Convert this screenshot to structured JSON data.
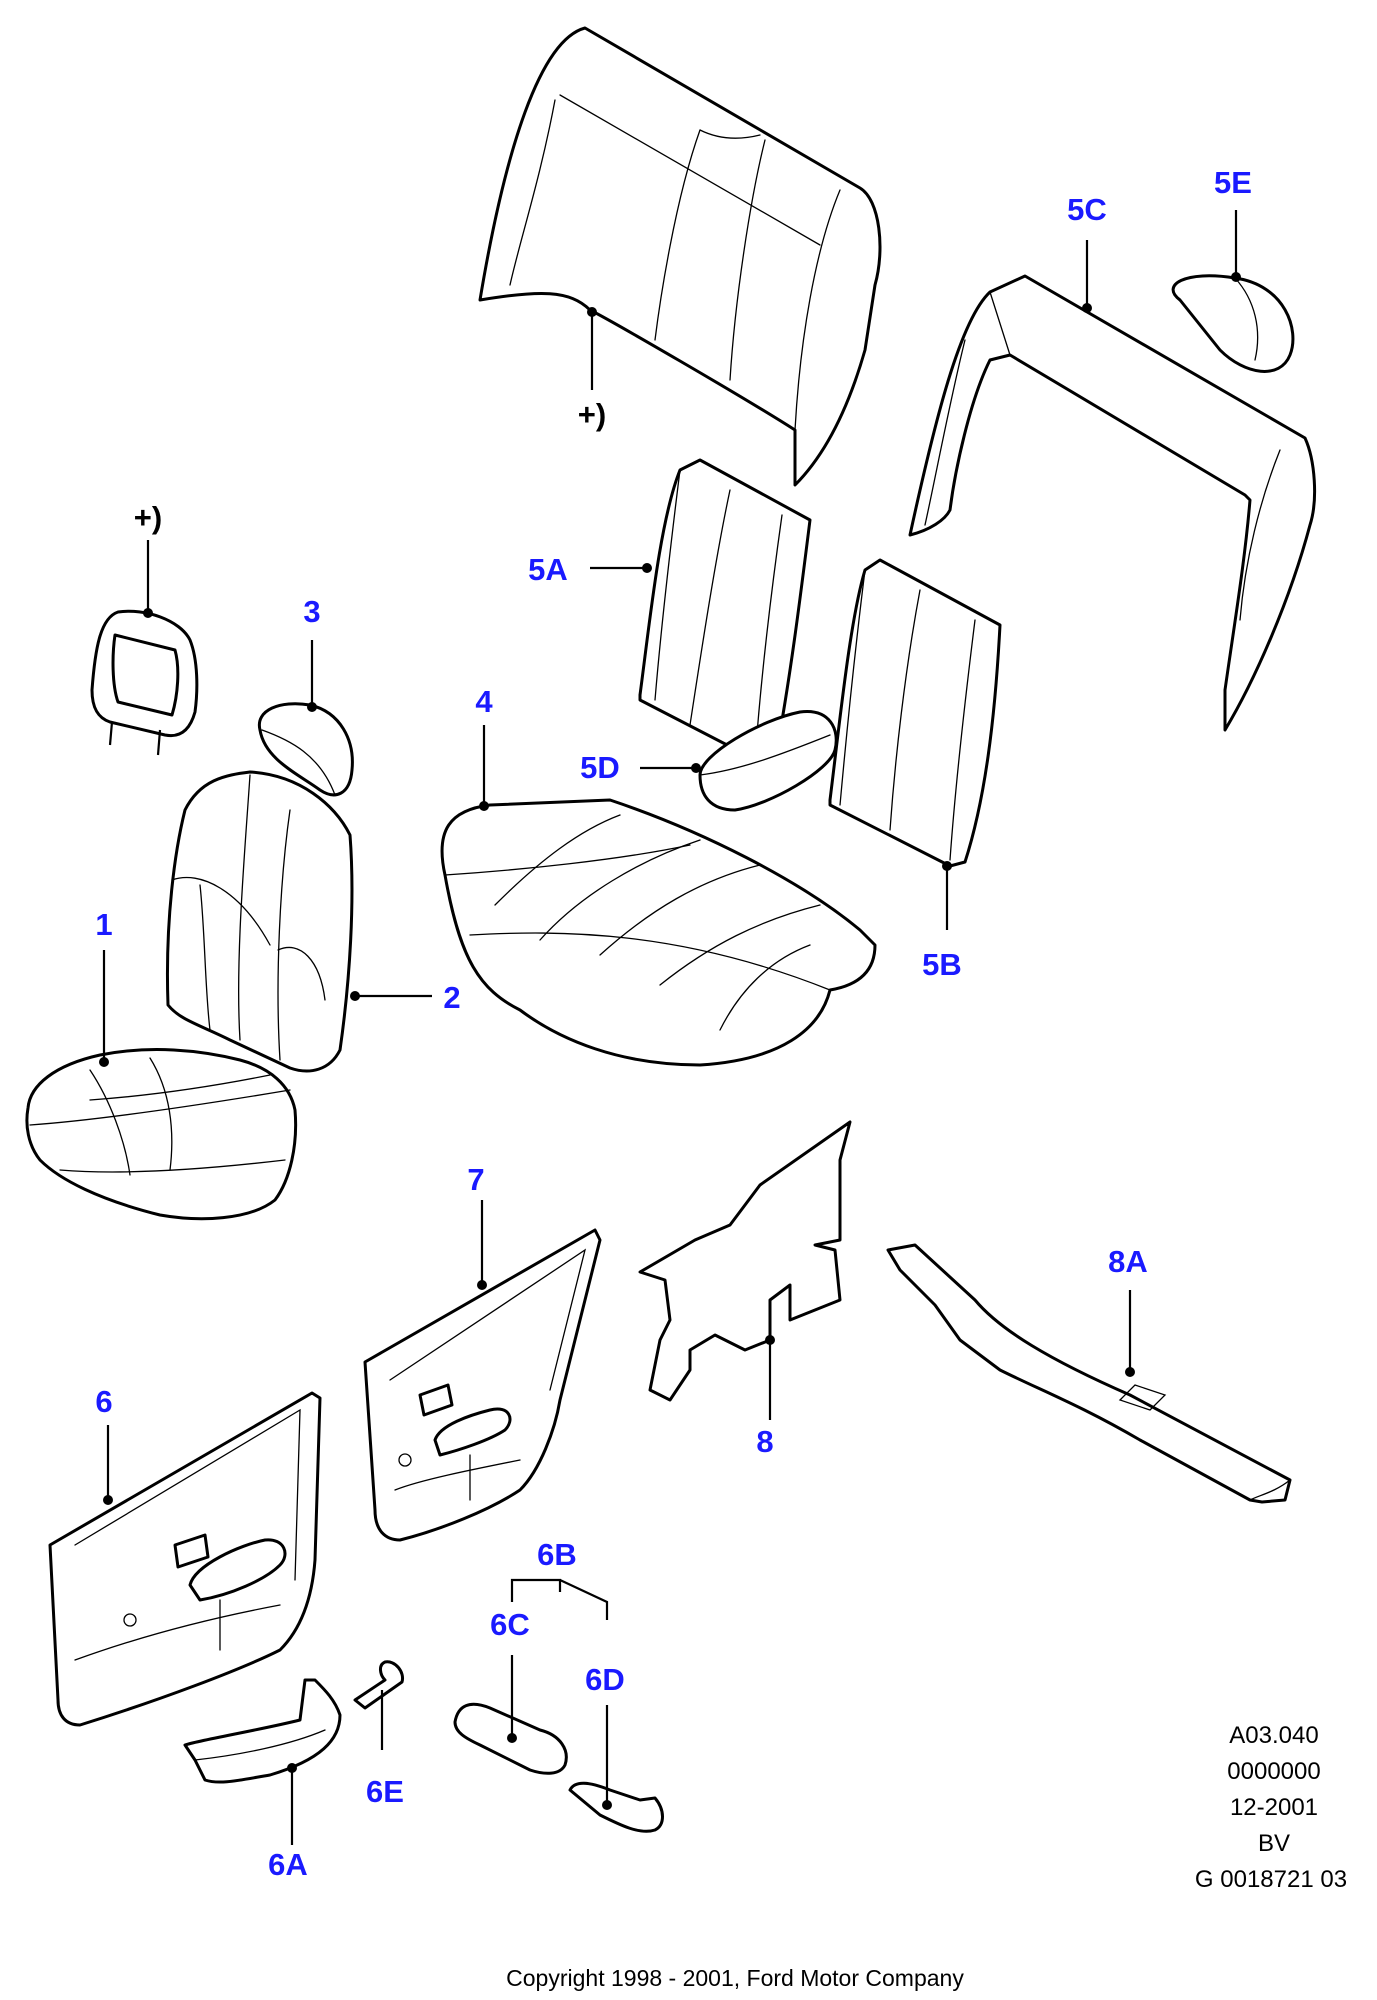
{
  "callouts": {
    "c1": "1",
    "c2": "2",
    "c3": "3",
    "c4": "4",
    "c5A": "5A",
    "c5B": "5B",
    "c5C": "5C",
    "c5D": "5D",
    "c5E": "5E",
    "c6": "6",
    "c6A": "6A",
    "c6B": "6B",
    "c6C": "6C",
    "c6D": "6D",
    "c6E": "6E",
    "c7": "7",
    "c8": "8",
    "c8A": "8A",
    "note_backrest": "+)",
    "note_headrest": "+)"
  },
  "reference_block": {
    "line1": "A03.040",
    "line2": "0000000",
    "line3": "12-2001",
    "line4": "BV",
    "line5": "G 0018721 03"
  },
  "copyright": "Copyright 1998 - 2001, Ford Motor Company",
  "colors": {
    "callout": "#1a1aff",
    "line": "#000000",
    "background": "#ffffff"
  }
}
